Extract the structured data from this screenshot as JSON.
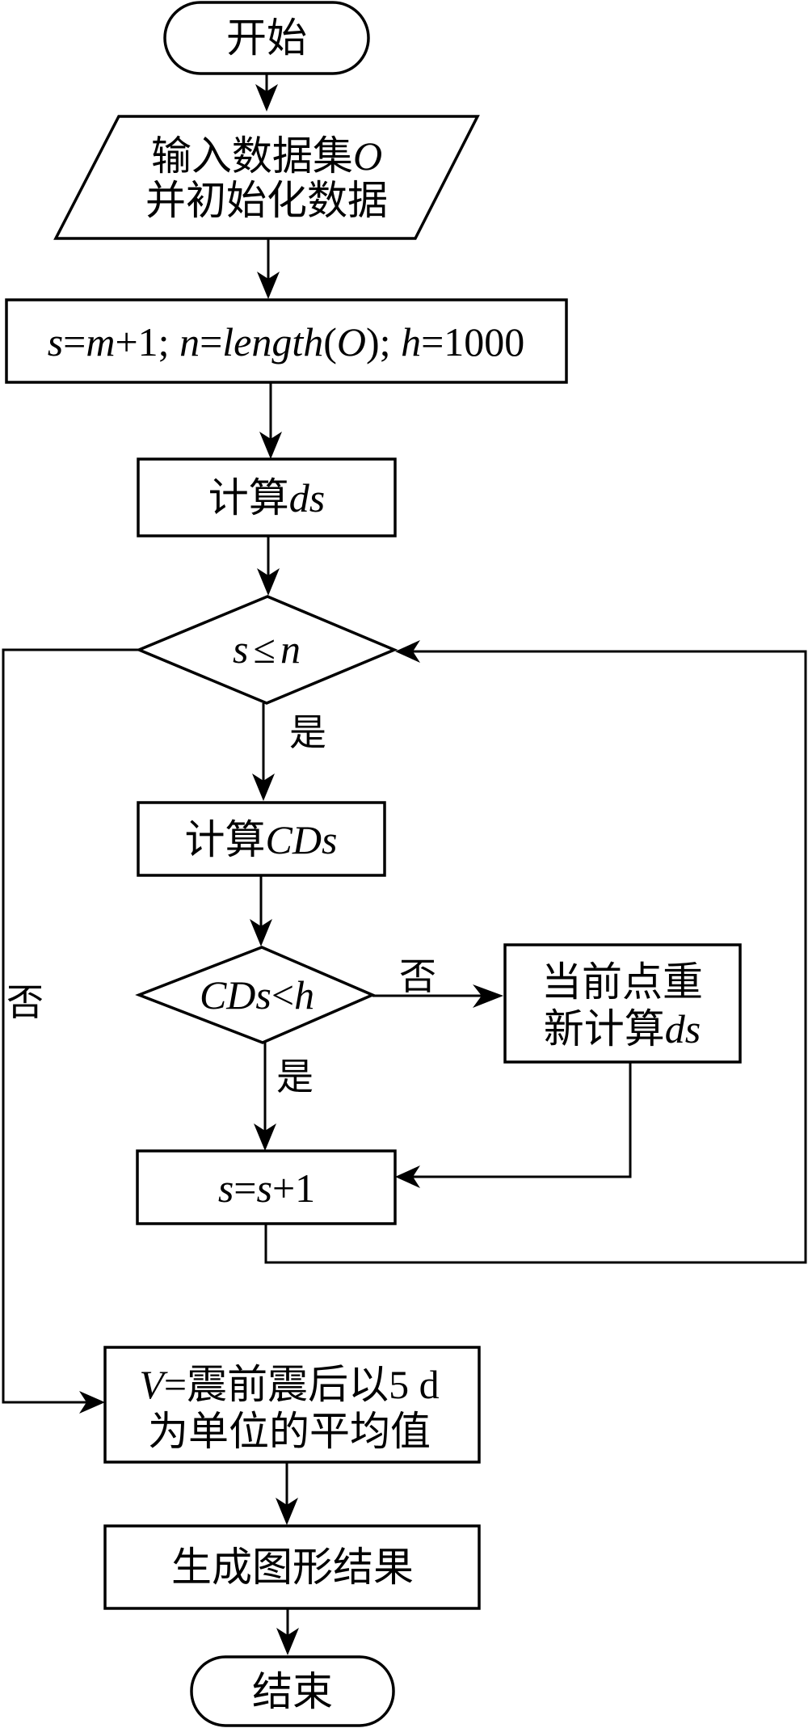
{
  "flowchart": {
    "start": {
      "label": "开始"
    },
    "input": {
      "line1_prefix": "输入数据集",
      "line1_var": "O",
      "line2": "并初始化数据"
    },
    "init": {
      "parts": [
        {
          "t": "s",
          "i": true
        },
        {
          "t": "=",
          "i": false
        },
        {
          "t": "m",
          "i": true
        },
        {
          "t": "+1; ",
          "i": false
        },
        {
          "t": "n",
          "i": true
        },
        {
          "t": "=",
          "i": false
        },
        {
          "t": "length",
          "i": true
        },
        {
          "t": "(",
          "i": false
        },
        {
          "t": "O",
          "i": true
        },
        {
          "t": "); ",
          "i": false
        },
        {
          "t": "h",
          "i": true
        },
        {
          "t": "=1000",
          "i": false
        }
      ]
    },
    "compute_ds": {
      "prefix": "计算",
      "var": "ds"
    },
    "loop_condition": {
      "a": "s",
      "op": "≤",
      "b": "n"
    },
    "compute_cds": {
      "prefix": "计算",
      "var": "CDs"
    },
    "cds_condition": {
      "a": "CDs",
      "op": "<",
      "b": "h"
    },
    "recompute": {
      "line1": "当前点重",
      "line2_prefix": "新计算",
      "line2_var": "ds"
    },
    "increment": {
      "a": "s",
      "eq": "=",
      "b": "s",
      "rest": "+1"
    },
    "average": {
      "line1_var": "V",
      "line1_rest": "=震前震后以5 d",
      "line2": "为单位的平均值"
    },
    "generate": {
      "label": "生成图形结果"
    },
    "end": {
      "label": "结束"
    },
    "edge_labels": {
      "yes": "是",
      "no": "否"
    }
  }
}
